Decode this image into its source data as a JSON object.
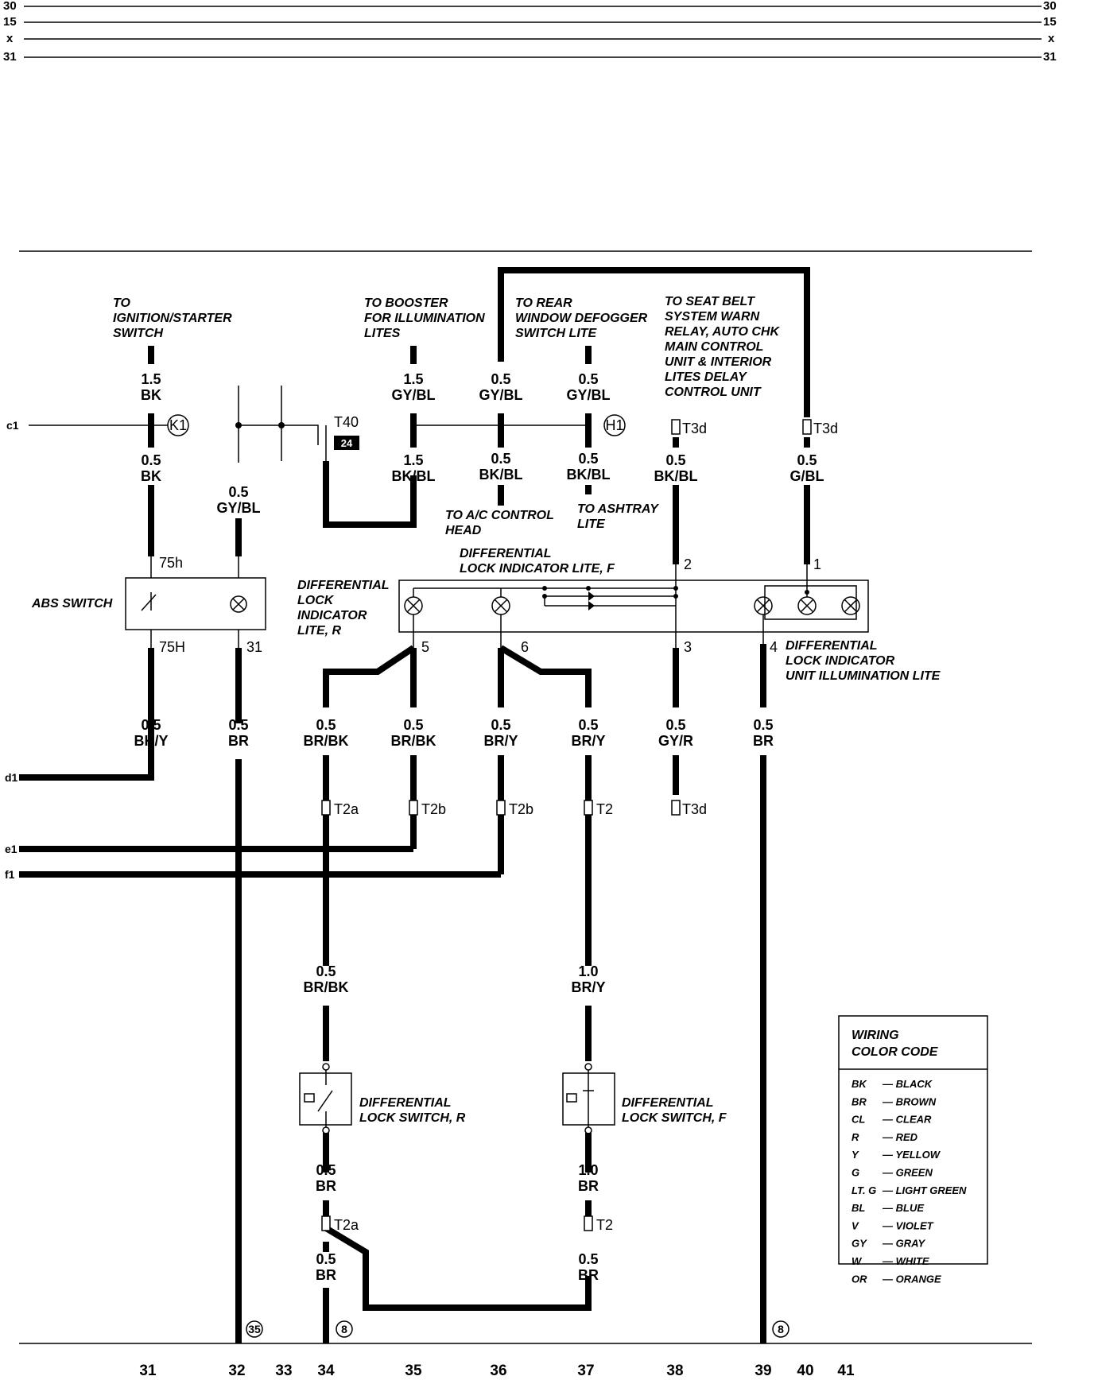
{
  "bus": {
    "top_left": [
      "30",
      "15",
      "x",
      "31"
    ],
    "top_right": [
      "30",
      "15",
      "x",
      "31"
    ]
  },
  "left_refs": {
    "c1": "c1",
    "d1": "d1",
    "e1": "e1",
    "f1": "f1"
  },
  "notes": {
    "ignition": [
      "TO",
      "IGNITION/STARTER",
      "SWITCH"
    ],
    "booster": [
      "TO BOOSTER",
      "FOR ILLUMINATION",
      "LITES"
    ],
    "defogger": [
      "TO REAR",
      "WINDOW DEFOGGER",
      "SWITCH LITE"
    ],
    "seatbelt": [
      "TO SEAT BELT",
      "SYSTEM WARN",
      "RELAY, AUTO CHK",
      "MAIN CONTROL",
      "UNIT & INTERIOR",
      "LITES DELAY",
      "CONTROL UNIT"
    ],
    "ac": [
      "TO A/C CONTROL",
      "HEAD"
    ],
    "ashtray": [
      "TO ASHTRAY",
      "LITE"
    ],
    "diff_lite_f": [
      "DIFFERENTIAL",
      "LOCK INDICATOR LITE, F"
    ],
    "diff_lite_r": [
      "DIFFERENTIAL",
      "LOCK",
      "INDICATOR",
      "LITE, R"
    ],
    "diff_unit": [
      "DIFFERENTIAL",
      "LOCK INDICATOR",
      "UNIT ILLUMINATION LITE"
    ],
    "abs": "ABS SWITCH",
    "switch_r": [
      "DIFFERENTIAL",
      "LOCK SWITCH, R"
    ],
    "switch_f": [
      "DIFFERENTIAL",
      "LOCK SWITCH, F"
    ]
  },
  "wires": {
    "w1": [
      "1.5",
      "BK"
    ],
    "w2": [
      "0.5",
      "BK"
    ],
    "w3": [
      "0.5",
      "GY/BL"
    ],
    "w4": [
      "1.5",
      "GY/BL"
    ],
    "w5": [
      "1.5",
      "BK/BL"
    ],
    "w6": [
      "0.5",
      "GY/BL"
    ],
    "w7": [
      "0.5",
      "BK/BL"
    ],
    "w8": [
      "0.5",
      "GY/BL"
    ],
    "w9": [
      "0.5",
      "BK/BL"
    ],
    "w10": [
      "0.5",
      "BK/BL"
    ],
    "w11": [
      "0.5",
      "G/BL"
    ],
    "w12": [
      "0.5",
      "BK/Y"
    ],
    "w13": [
      "0.5",
      "BR"
    ],
    "w14": [
      "0.5",
      "BR/BK"
    ],
    "w15": [
      "0.5",
      "BR/BK"
    ],
    "w16": [
      "0.5",
      "BR/Y"
    ],
    "w17": [
      "0.5",
      "BR/Y"
    ],
    "w18": [
      "0.5",
      "GY/R"
    ],
    "w19": [
      "0.5",
      "BR"
    ],
    "w20": [
      "0.5",
      "BR/BK"
    ],
    "w21": [
      "1.0",
      "BR/Y"
    ],
    "w22": [
      "0.5",
      "BR"
    ],
    "w23": [
      "1.0",
      "BR"
    ],
    "w24": [
      "0.5",
      "BR"
    ],
    "w25": [
      "0.5",
      "BR"
    ]
  },
  "connectors": {
    "k1": "K1",
    "h1": "H1",
    "t40": "T40",
    "t40_pin": "24",
    "t3d": "T3d",
    "t2a": "T2a",
    "t2b": "T2b",
    "t2": "T2"
  },
  "pins": {
    "p75h": "75h",
    "p75H": "75H",
    "p31": "31",
    "p1": "1",
    "p2": "2",
    "p3": "3",
    "p4": "4",
    "p5": "5",
    "p6": "6"
  },
  "grounds": {
    "g35": "35",
    "g8": "8"
  },
  "bottom_numbers": [
    "31",
    "32",
    "33",
    "34",
    "35",
    "36",
    "37",
    "38",
    "39",
    "40",
    "41"
  ],
  "legend": {
    "title": [
      "WIRING",
      "COLOR CODE"
    ],
    "rows": [
      [
        "BK",
        "— BLACK"
      ],
      [
        "BR",
        "— BROWN"
      ],
      [
        "CL",
        "— CLEAR"
      ],
      [
        "R",
        "— RED"
      ],
      [
        "Y",
        "— YELLOW"
      ],
      [
        "G",
        "— GREEN"
      ],
      [
        "LT. G",
        "— LIGHT GREEN"
      ],
      [
        "BL",
        "— BLUE"
      ],
      [
        "V",
        "— VIOLET"
      ],
      [
        "GY",
        "— GRAY"
      ],
      [
        "W",
        "— WHITE"
      ],
      [
        "OR",
        "— ORANGE"
      ]
    ]
  }
}
